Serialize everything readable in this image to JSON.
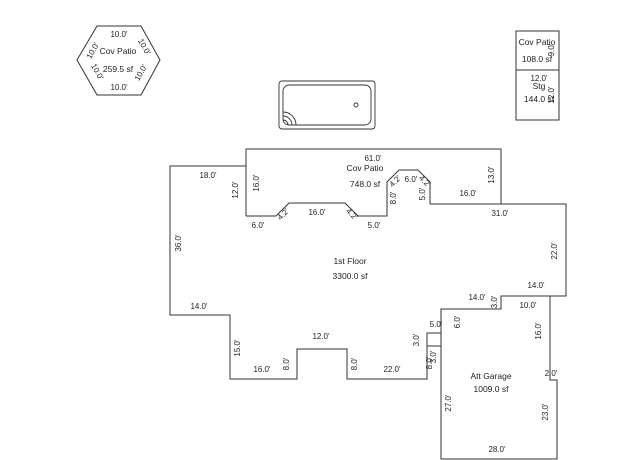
{
  "accent_color": "#333333",
  "rooms": {
    "cov_patio_hex": {
      "name": "Cov Patio",
      "area": "259.5 sf"
    },
    "cov_patio_sq": {
      "name": "Cov Patio",
      "area": "108.0 sf"
    },
    "stg": {
      "name": "Stg",
      "area": "144.0 sf"
    },
    "cov_patio_main": {
      "name": "Cov Patio",
      "area": "748.0 sf"
    },
    "first_floor": {
      "name": "1st Floor",
      "area": "3300.0 sf"
    },
    "garage": {
      "name": "Att Garage",
      "area": "1009.0 sf"
    }
  },
  "dims": {
    "hex_top": "10.0'",
    "hex_ul": "10.0'",
    "hex_ur": "10.0'",
    "hex_ll": "10.0'",
    "hex_lr": "10.0'",
    "hex_bottom": "10.0'",
    "sq_right": "9.0'",
    "stg_top": "12.0'",
    "stg_right": "12.0'",
    "patio_top": "61.0'",
    "patio_right": "13.0'",
    "patio_left": "16.0'",
    "patio_bump_top": "16.0'",
    "diag_a": "4.2'",
    "diag_b": "4.2'",
    "diag_c": "4.2'",
    "diag_d": "4.2'",
    "cut_left": "6.0'",
    "cut_right": "5.0'",
    "bay_top": "6.0'",
    "bay_left": "8.0'",
    "bay_right": "5.0'",
    "patio_bottom_right": "16.0'",
    "top_left": "18.0'",
    "left_notch": "12.0'",
    "left_wall": "36.0'",
    "left_step": "14.0'",
    "left_lower": "15.0'",
    "bottom_left": "16.0'",
    "bottom_notch_l": "8.0'",
    "bottom_notch_top": "12.0'",
    "bottom_notch_r": "8.0'",
    "bottom_mid": "22.0'",
    "small_a": "3.0'",
    "small_b": "3.0'",
    "small_c": "8.0'",
    "step_a": "5.0'",
    "step_a_v": "6.0'",
    "step_b": "14.0'",
    "step_b_v": "3.0'",
    "right_top": "31.0'",
    "right_wall": "22.0'",
    "right_step": "14.0'",
    "right_lower": "10.0'",
    "garage_right_v": "16.0'",
    "garage_small": "2.0'",
    "garage_left": "27.0'",
    "garage_right": "23.0'",
    "garage_bottom": "28.0'"
  }
}
